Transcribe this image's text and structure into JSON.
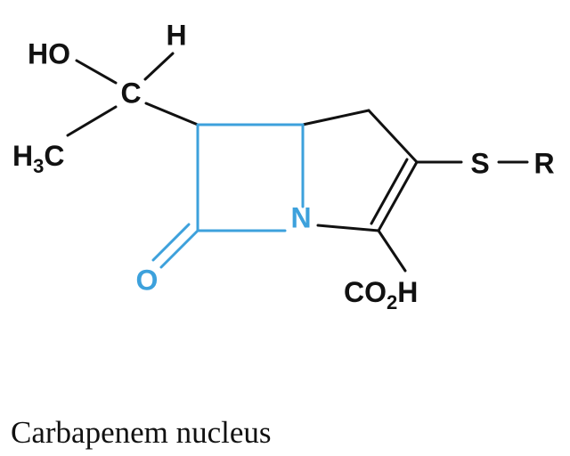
{
  "colors": {
    "black": "#111111",
    "blue": "#3da1dc"
  },
  "atoms": {
    "ho": "HO",
    "h_top": "H",
    "c_center": "C",
    "h3c_h": "H",
    "h3c_sub": "3",
    "h3c_c": "C",
    "s": "S",
    "r": "R",
    "n": "N",
    "o": "O",
    "co2h_co": "CO",
    "co2h_sub": "2",
    "co2h_h": "H"
  },
  "caption": "Carbapenem nucleus"
}
